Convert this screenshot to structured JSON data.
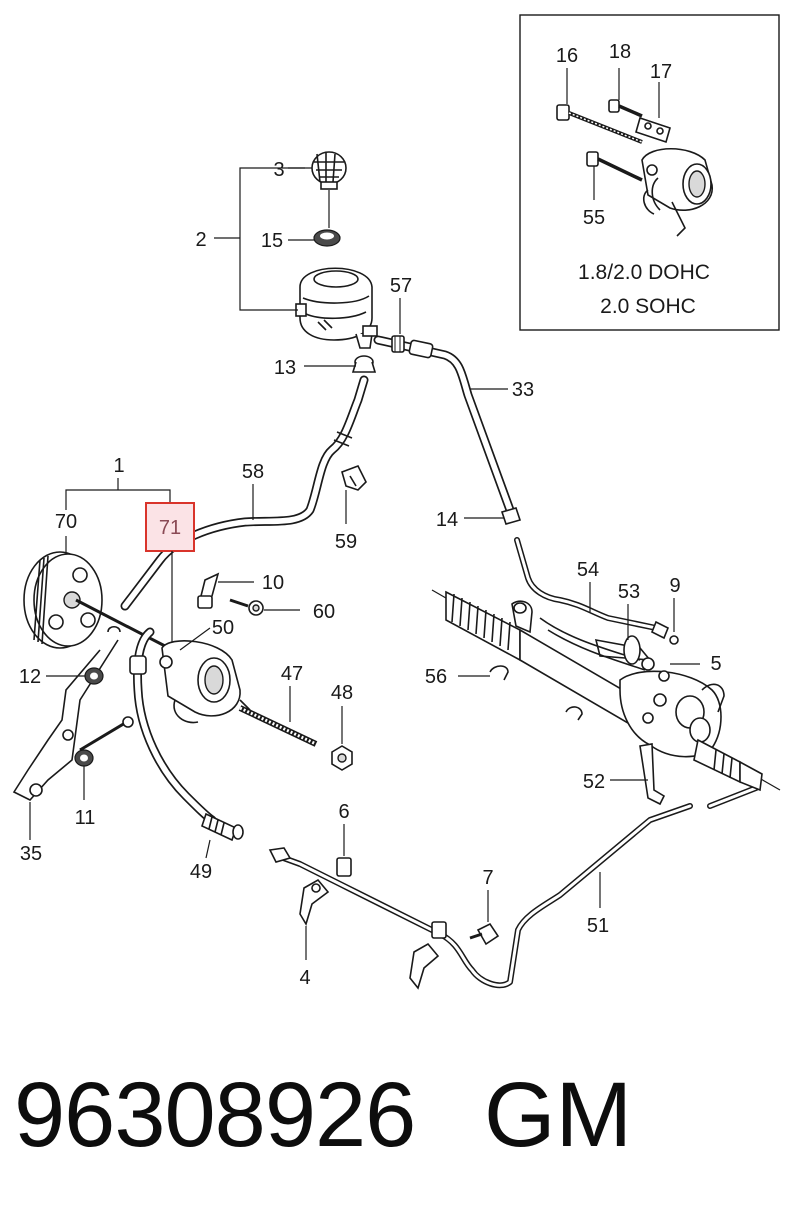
{
  "labels": {
    "l1": "1",
    "l2": "2",
    "l3": "3",
    "l4": "4",
    "l5": "5",
    "l6": "6",
    "l7": "7",
    "l9": "9",
    "l10": "10",
    "l11": "11",
    "l12": "12",
    "l13": "13",
    "l14": "14",
    "l15": "15",
    "l16": "16",
    "l17": "17",
    "l18": "18",
    "l33": "33",
    "l35": "35",
    "l47": "47",
    "l48": "48",
    "l49": "49",
    "l50": "50",
    "l51": "51",
    "l52": "52",
    "l53": "53",
    "l54": "54",
    "l55": "55",
    "l56": "56",
    "l57": "57",
    "l58": "58",
    "l59": "59",
    "l60": "60",
    "l70": "70",
    "l71": "71"
  },
  "highlight": {
    "part": "71",
    "color": "#d9342b",
    "fill": "#fbe3e6"
  },
  "inset": {
    "line1": "1.8/2.0 DOHC",
    "line2": "2.0 SOHC"
  },
  "footer": {
    "part_number": "96308926",
    "brand": "GM"
  }
}
